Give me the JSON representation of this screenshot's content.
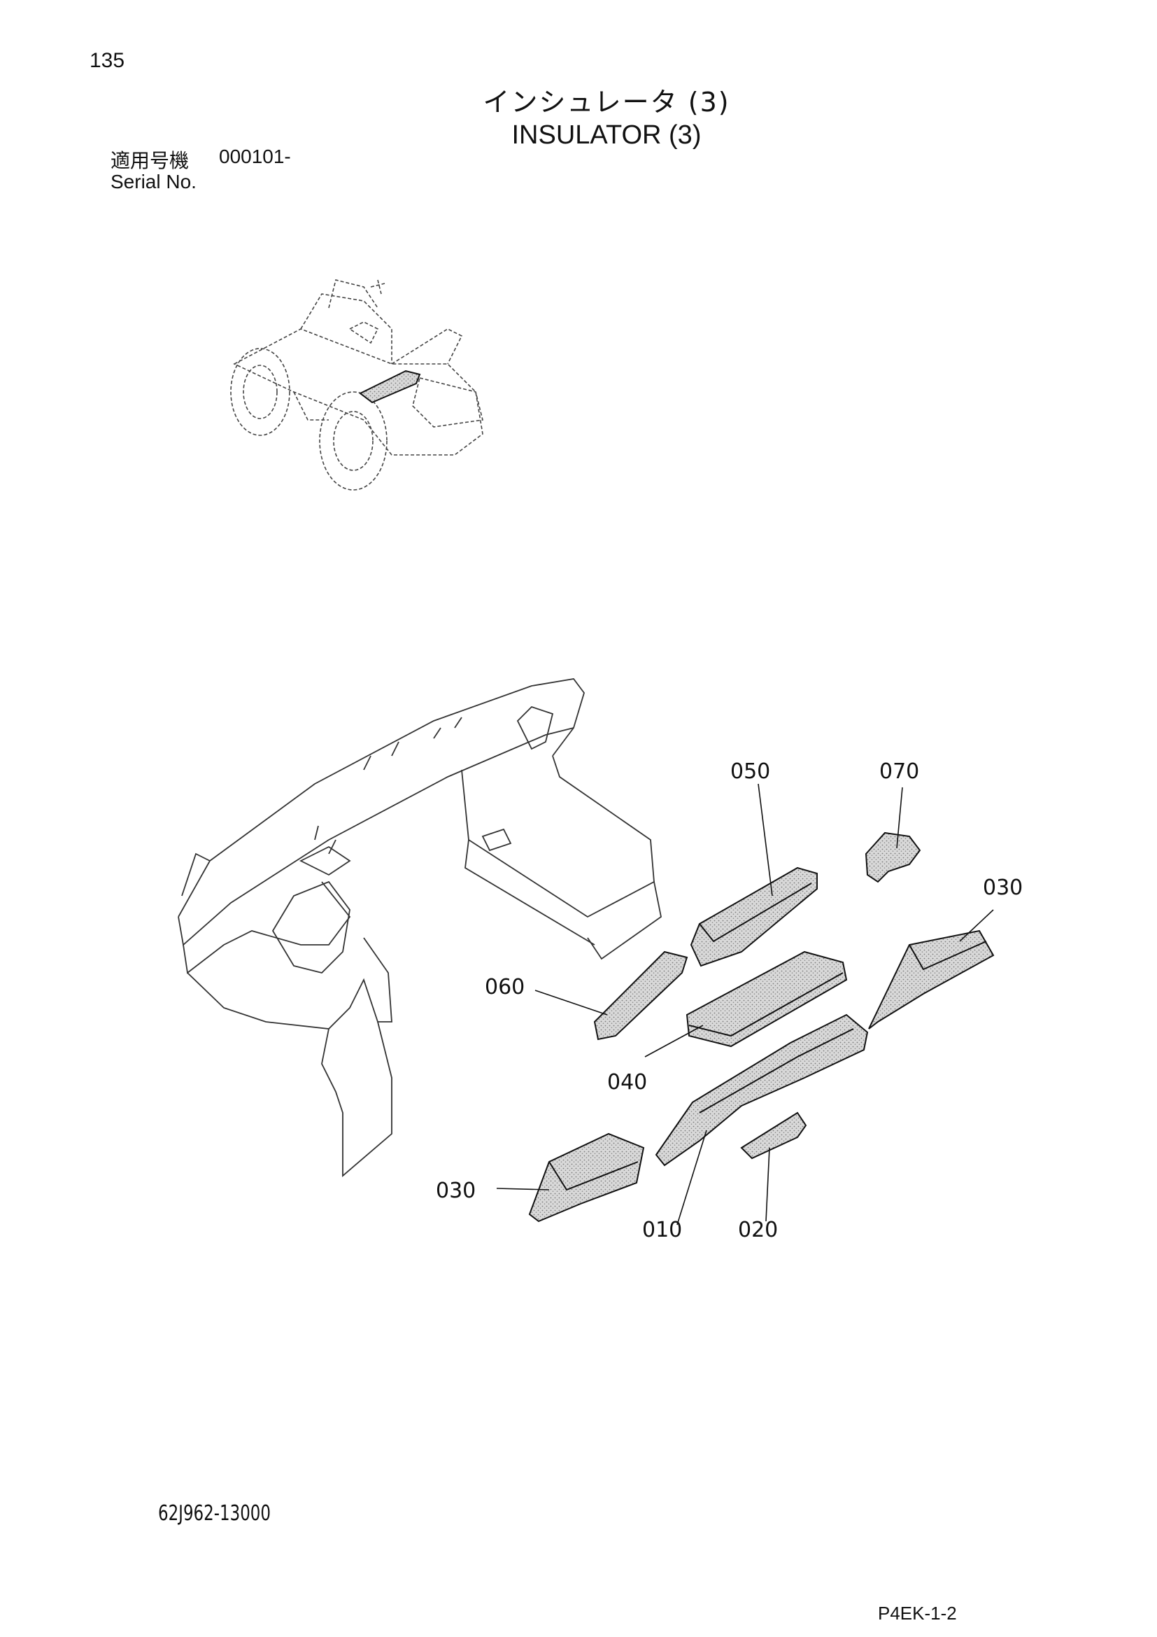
{
  "header": {
    "page_number": "135",
    "title_jp": "インシュレータ (3)",
    "title_en": "INSULATOR (3)",
    "serial_label_jp": "適用号機",
    "serial_value": "000101-",
    "serial_label_en": "Serial No."
  },
  "callouts": {
    "c050": "050",
    "c070": "070",
    "c030_right": "030",
    "c060": "060",
    "c040": "040",
    "c030_left": "030",
    "c010": "010",
    "c020": "020"
  },
  "footer": {
    "drawing_number": "62J962-13000",
    "page_code": "P4EK-1-2"
  }
}
